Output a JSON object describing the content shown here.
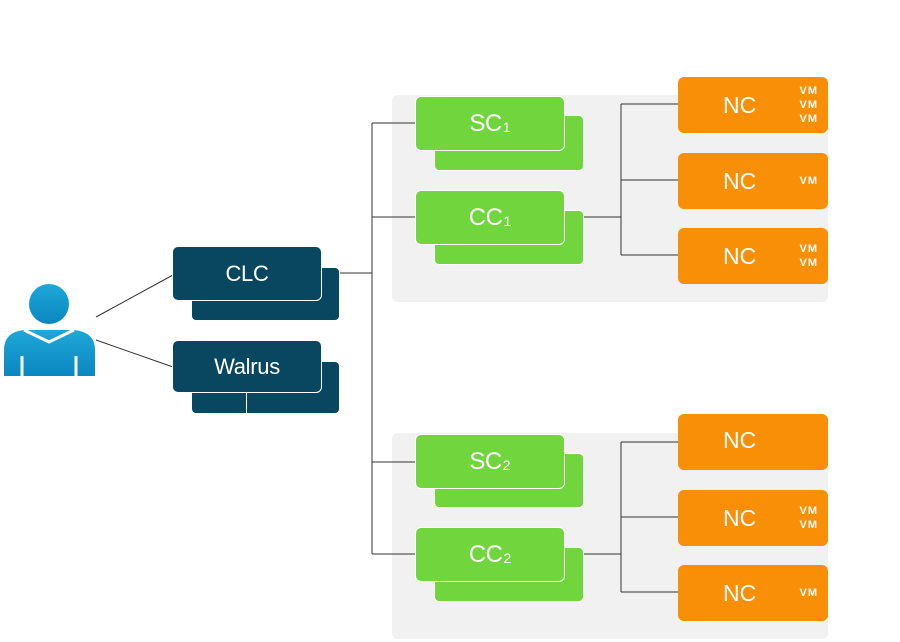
{
  "nodes": {
    "clc": "CLC",
    "walrus": "Walrus",
    "sc1": {
      "name": "SC",
      "sub": "1"
    },
    "cc1": {
      "name": "CC",
      "sub": "1"
    },
    "sc2": {
      "name": "SC",
      "sub": "2"
    },
    "cc2": {
      "name": "CC",
      "sub": "2"
    }
  },
  "clusters": [
    {
      "ncs": [
        {
          "label": "NC",
          "vms": [
            "VM",
            "VM",
            "VM"
          ]
        },
        {
          "label": "NC",
          "vms": [
            "VM"
          ]
        },
        {
          "label": "NC",
          "vms": [
            "VM",
            "VM"
          ]
        }
      ]
    },
    {
      "ncs": [
        {
          "label": "NC",
          "vms": []
        },
        {
          "label": "NC",
          "vms": [
            "VM",
            "VM"
          ]
        },
        {
          "label": "NC",
          "vms": [
            "VM"
          ]
        }
      ]
    }
  ],
  "colors": {
    "navy": "#08475f",
    "green": "#71d63e",
    "orange": "#f98f07",
    "zone": "#f1f1f1",
    "user_icon_top": "#1fa8d8",
    "user_icon_bottom": "#0a86c0"
  },
  "icons": {
    "user": "user-icon"
  }
}
